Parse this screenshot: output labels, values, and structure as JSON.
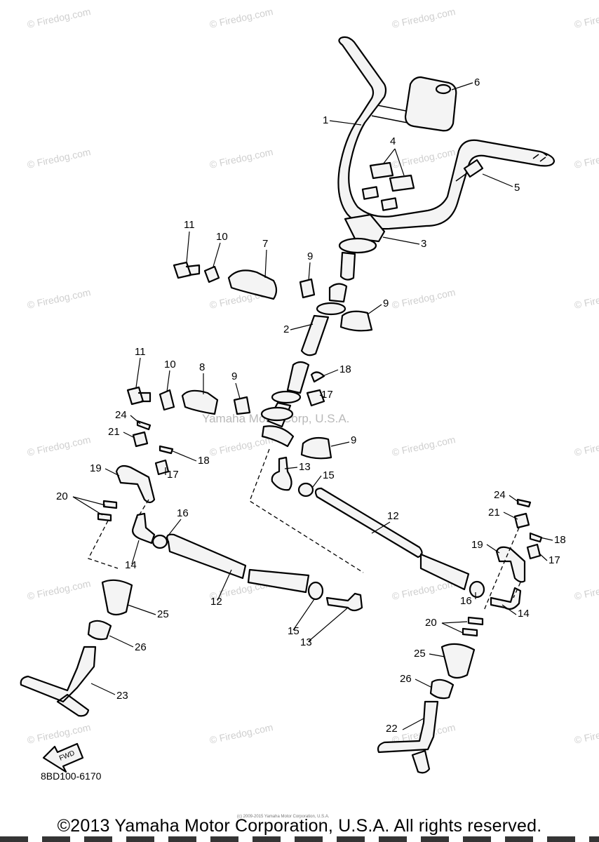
{
  "watermark": {
    "site": "© Firedog.com",
    "center": "Yamaha Motor Corp, U.S.A."
  },
  "diagram": {
    "code": "8BD100-6170",
    "fwd_label": "FWD",
    "callouts": [
      "1",
      "2",
      "3",
      "4",
      "5",
      "6",
      "7",
      "8",
      "9",
      "9",
      "9",
      "9",
      "10",
      "10",
      "11",
      "11",
      "12",
      "12",
      "13",
      "13",
      "14",
      "14",
      "15",
      "15",
      "16",
      "16",
      "17",
      "17",
      "17",
      "18",
      "18",
      "18",
      "19",
      "19",
      "20",
      "20",
      "21",
      "21",
      "22",
      "23",
      "24",
      "24",
      "25",
      "25",
      "26",
      "26"
    ]
  },
  "footer": {
    "tiny_credit": "(c) 2009-2015 Yamaha Motor Corporation, U.S.A.",
    "copyright": "©2013 Yamaha Motor Corporation, U.S.A. All rights reserved."
  },
  "colors": {
    "ink": "#000000",
    "watermark": "#cfcfcf",
    "background": "#ffffff"
  }
}
